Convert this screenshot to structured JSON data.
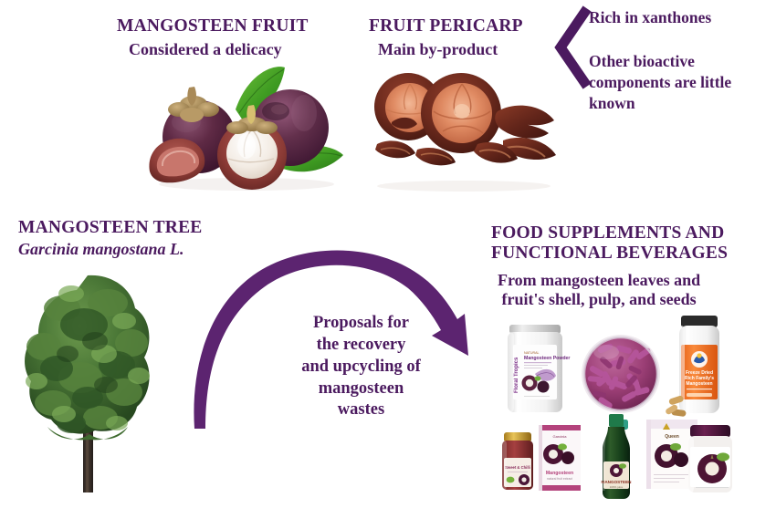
{
  "meta": {
    "kind": "graphical-abstract",
    "background": "#ffffff",
    "accent_purple": "#4b1a5f",
    "arrow_purple": "#5c2470"
  },
  "sections": {
    "fruit": {
      "title": "MANGOSTEEN FRUIT",
      "subtitle": "Considered a delicacy",
      "image_name": "mangosteen-fruit-photo"
    },
    "pericarp": {
      "title": "FRUIT PERICARP",
      "subtitle": "Main by-product",
      "image_name": "dried-pericarp-photo"
    },
    "tree": {
      "title": "MANGOSTEEN TREE",
      "species": "Garcinia mangostana L.",
      "image_name": "mangosteen-tree-photo"
    },
    "products": {
      "title_line1": "FOOD SUPPLEMENTS AND",
      "title_line2": "FUNCTIONAL BEVERAGES",
      "subtitle_line1": "From mangosteen leaves and",
      "subtitle_line2": "fruit's shell, pulp, and seeds",
      "image_name": "product-lineup-photo",
      "items": [
        "mangosteen-powder-jar",
        "purple-capsules-bowl",
        "orange-label-supplement-bottle",
        "mangosteen-jam-jar",
        "mangosteen-product-box",
        "mangosteen-juice-bottle",
        "mangosteen-boxed-product",
        "mangosteen-glass-jar"
      ]
    }
  },
  "annotations": {
    "bracket_icon": "chevron-left-bracket",
    "note_1": "Rich in xanthones",
    "note_2": "Other bioactive components are little known"
  },
  "flow": {
    "arrow_icon": "curved-arrow-right",
    "label_lines": [
      "Proposals for",
      "the recovery",
      "and upcycling of",
      "mangosteen",
      "wastes"
    ],
    "label_text": "Proposals for the recovery and upcycling of mangosteen wastes"
  }
}
